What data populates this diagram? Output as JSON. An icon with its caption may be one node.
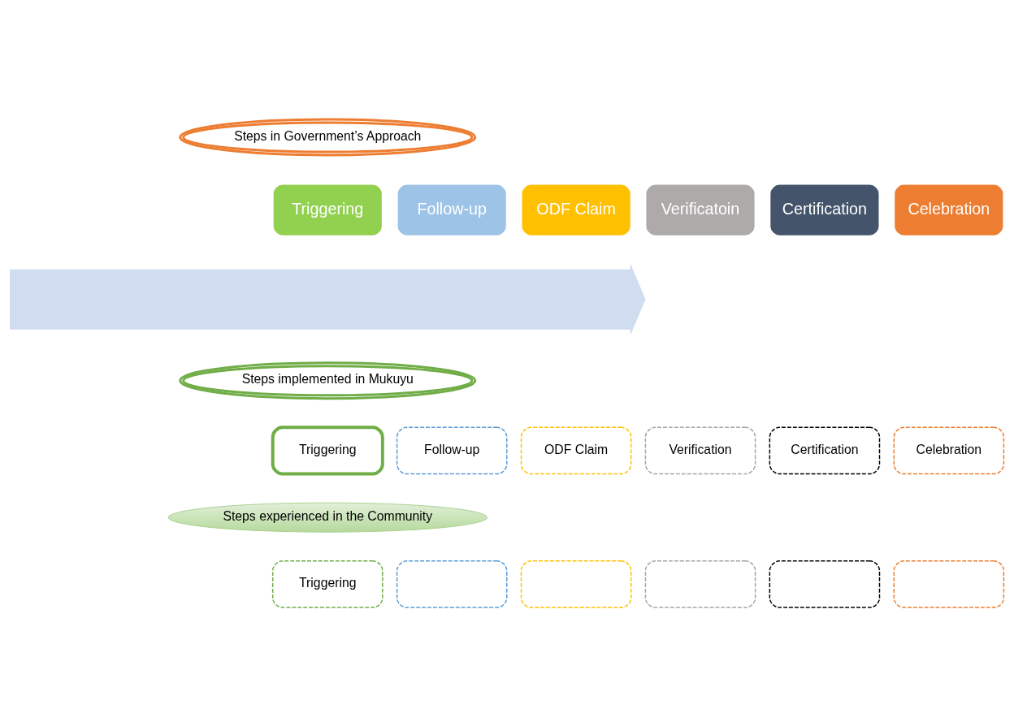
{
  "diagram": {
    "nodes": [
      {
        "text": [
          "Steps in Government’s Approach"
        ]
      },
      {
        "text": [],
        "shape": "arrow"
      },
      {
        "text": [
          "Triggering"
        ]
      },
      {
        "text": [
          "Follow-up"
        ]
      },
      {
        "text": [
          "ODF Claim"
        ]
      },
      {
        "text": [
          "Verificatoin"
        ]
      },
      {
        "text": [
          "Certification"
        ]
      },
      {
        "text": [
          "Celebration"
        ]
      },
      {
        "text": [
          "Steps implemented in Mukuyu"
        ]
      },
      {
        "text": [
          "Triggering"
        ]
      },
      {
        "text": [
          "Follow-up"
        ]
      },
      {
        "text": [
          "ODF Claim"
        ]
      },
      {
        "text": [
          "Verification"
        ]
      },
      {
        "text": [
          "Certification"
        ]
      },
      {
        "text": [
          "Celebration"
        ]
      },
      {
        "text": [
          "Steps experienced in the Community"
        ]
      },
      {
        "text": [
          "Triggering"
        ]
      },
      {
        "text": [],
        "shape": "box"
      },
      {
        "text": [],
        "shape": "box"
      },
      {
        "text": [],
        "shape": "box"
      },
      {
        "text": [],
        "shape": "box"
      },
      {
        "text": [],
        "shape": "box"
      }
    ],
    "edges": []
  }
}
